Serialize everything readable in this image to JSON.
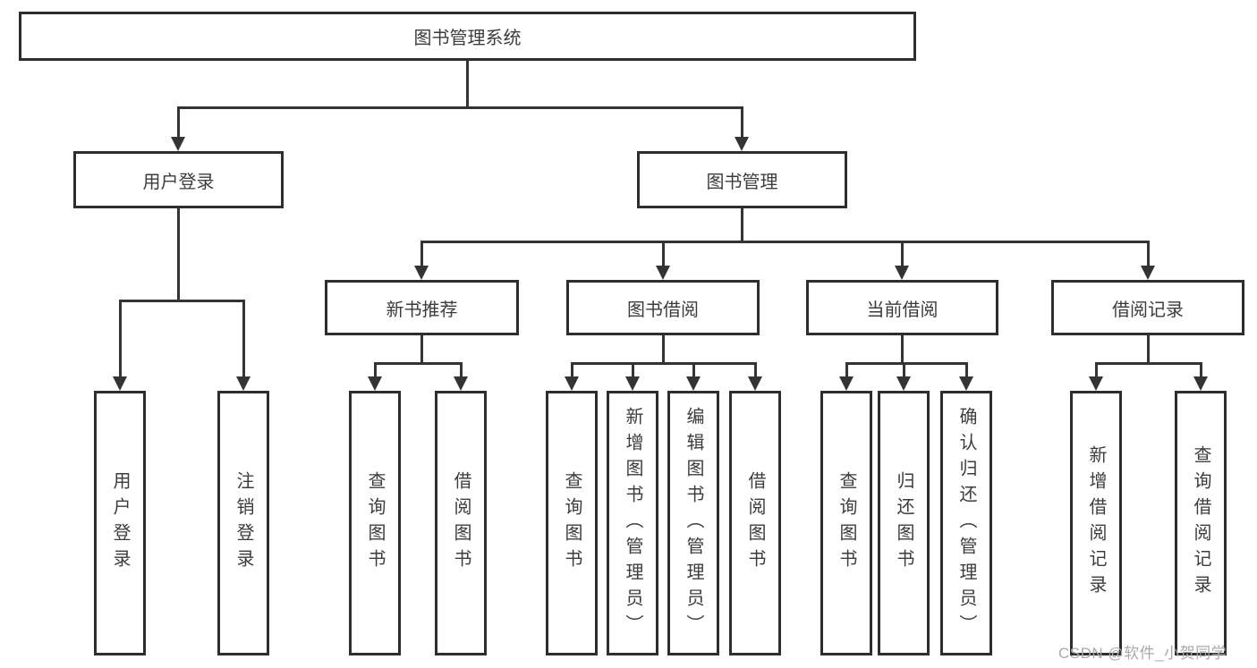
{
  "diagram": {
    "type": "hierarchy-tree",
    "root": {
      "label": "图书管理系统",
      "children": [
        {
          "label": "用户登录",
          "children": [
            {
              "label": "用户登录"
            },
            {
              "label": "注销登录"
            }
          ]
        },
        {
          "label": "图书管理",
          "children": [
            {
              "label": "新书推荐",
              "children": [
                {
                  "label": "查询图书"
                },
                {
                  "label": "借阅图书"
                }
              ]
            },
            {
              "label": "图书借阅",
              "children": [
                {
                  "label": "查询图书"
                },
                {
                  "label": "新增图书（管理员）"
                },
                {
                  "label": "编辑图书（管理员）"
                },
                {
                  "label": "借阅图书"
                }
              ]
            },
            {
              "label": "当前借阅",
              "children": [
                {
                  "label": "查询图书"
                },
                {
                  "label": "归还图书"
                },
                {
                  "label": "确认归还（管理员）"
                }
              ]
            },
            {
              "label": "借阅记录",
              "children": [
                {
                  "label": "新增借阅记录"
                },
                {
                  "label": "查询借阅记录"
                }
              ]
            }
          ]
        }
      ]
    },
    "colors": {
      "line": "#343434",
      "box_border": "#2e2e2e",
      "box_fill": "#ffffff",
      "text": "#3c3c3c"
    }
  },
  "watermark": {
    "text": "CSDN @软件_小贺同学",
    "color": "#a9a9a9"
  }
}
